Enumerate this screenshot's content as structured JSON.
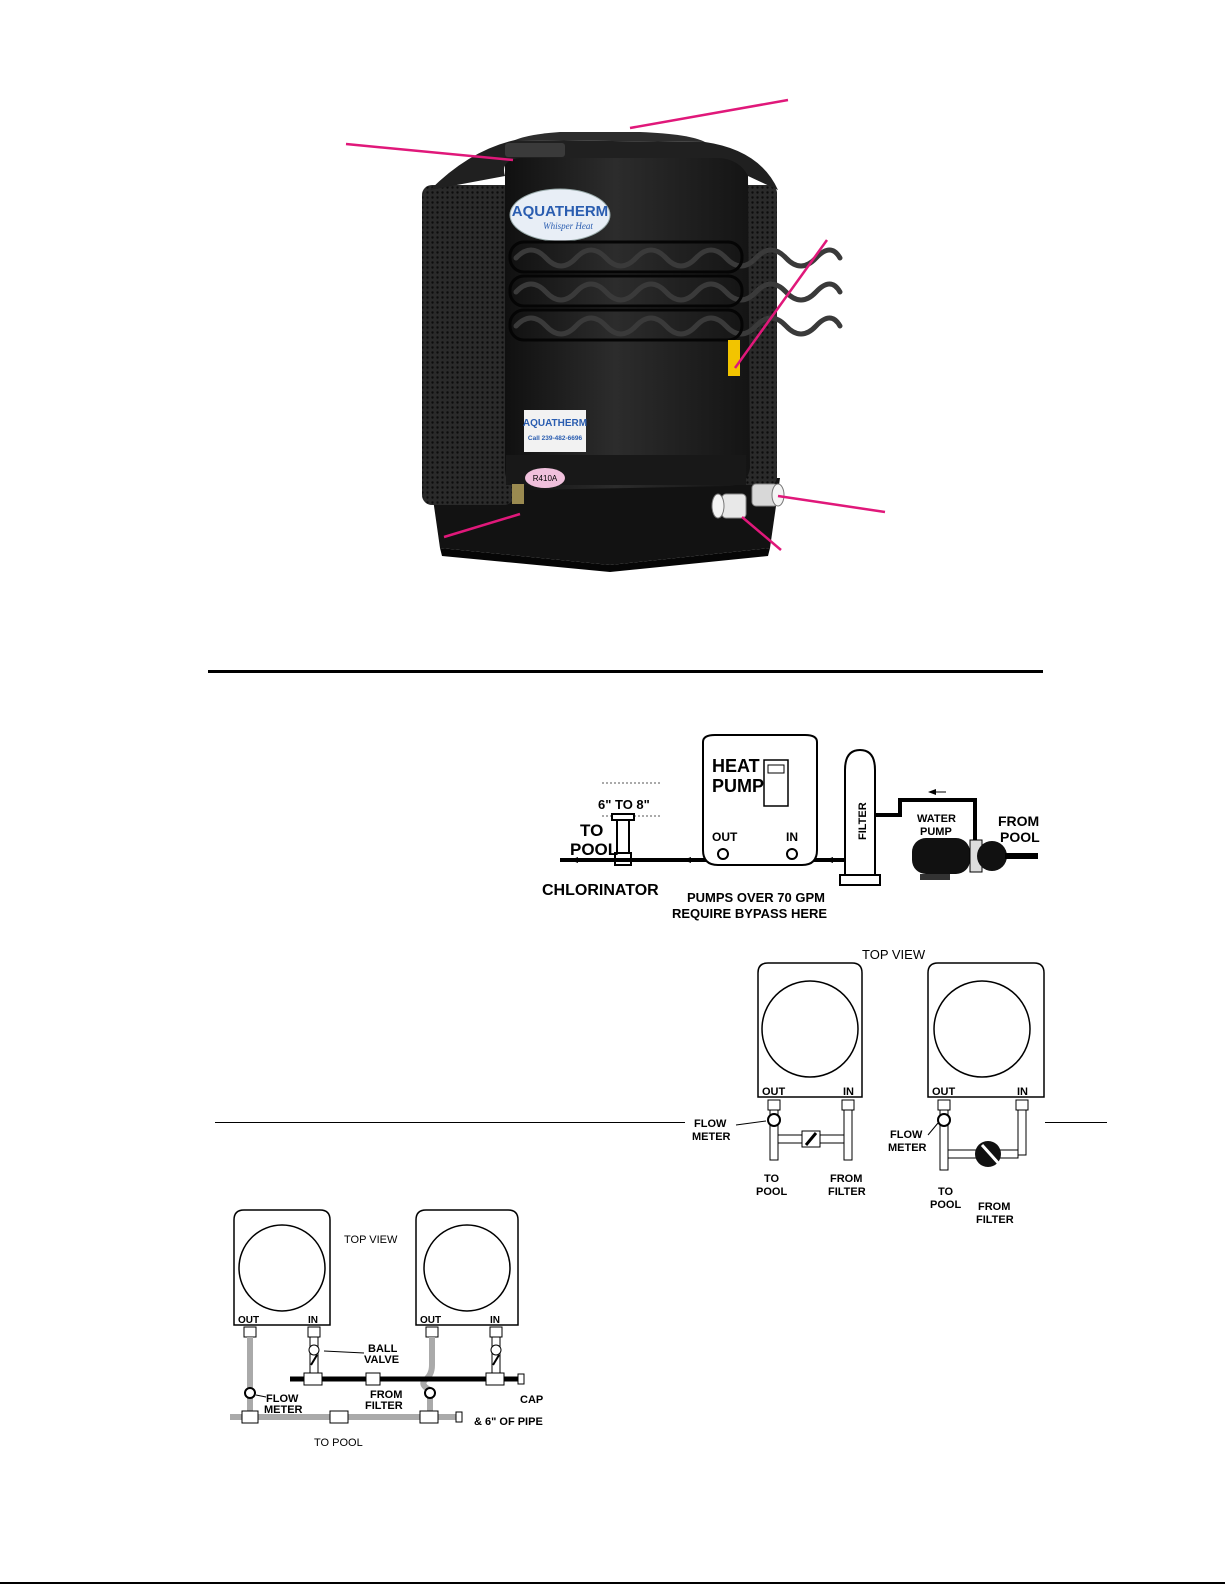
{
  "colors": {
    "callout": "#e0187a",
    "unit_body": "#1e1e1e",
    "logo_blue": "#2a5db0",
    "logo_orange": "#f29b1d",
    "badge_pink": "#f0c0dc",
    "warning_yellow": "#f2c400"
  },
  "product": {
    "brand": "AQUATHERM",
    "tagline": "Whisper Heat",
    "service_label_brand": "AQUATHERM",
    "service_label_phone": "Call 239-482-6696",
    "refrigerant_badge": "R410A"
  },
  "plumbing_diagram": {
    "heat_pump_title_1": "HEAT",
    "heat_pump_title_2": "PUMP",
    "out_label": "OUT",
    "in_label": "IN",
    "filter_label": "FILTER",
    "water_pump_1": "WATER",
    "water_pump_2": "PUMP",
    "from_pool_1": "FROM",
    "from_pool_2": "POOL",
    "to_pool_1": "TO",
    "to_pool_2": "POOL",
    "dimension": "6\" TO 8\"",
    "chlorinator": "CHLORINATOR",
    "bypass_note_1": "PUMPS OVER 70 GPM",
    "bypass_note_2": "REQUIRE BYPASS HERE"
  },
  "bypass_diagram": {
    "title": "TOP VIEW",
    "out_label": "OUT",
    "in_label": "IN",
    "flow_1": "FLOW",
    "flow_2": "METER",
    "to_1": "TO",
    "to_2": "POOL",
    "from_1": "FROM",
    "from_2": "FILTER"
  },
  "parallel_diagram": {
    "title": "TOP VIEW",
    "out_label": "OUT",
    "in_label": "IN",
    "ball_1": "BALL",
    "ball_2": "VALVE",
    "flow_1": "FLOW",
    "flow_2": "METER",
    "from_1": "FROM",
    "from_2": "FILTER",
    "cap_1": "CAP",
    "cap_2": "& 6\" OF PIPE",
    "to_pool": "TO POOL"
  }
}
